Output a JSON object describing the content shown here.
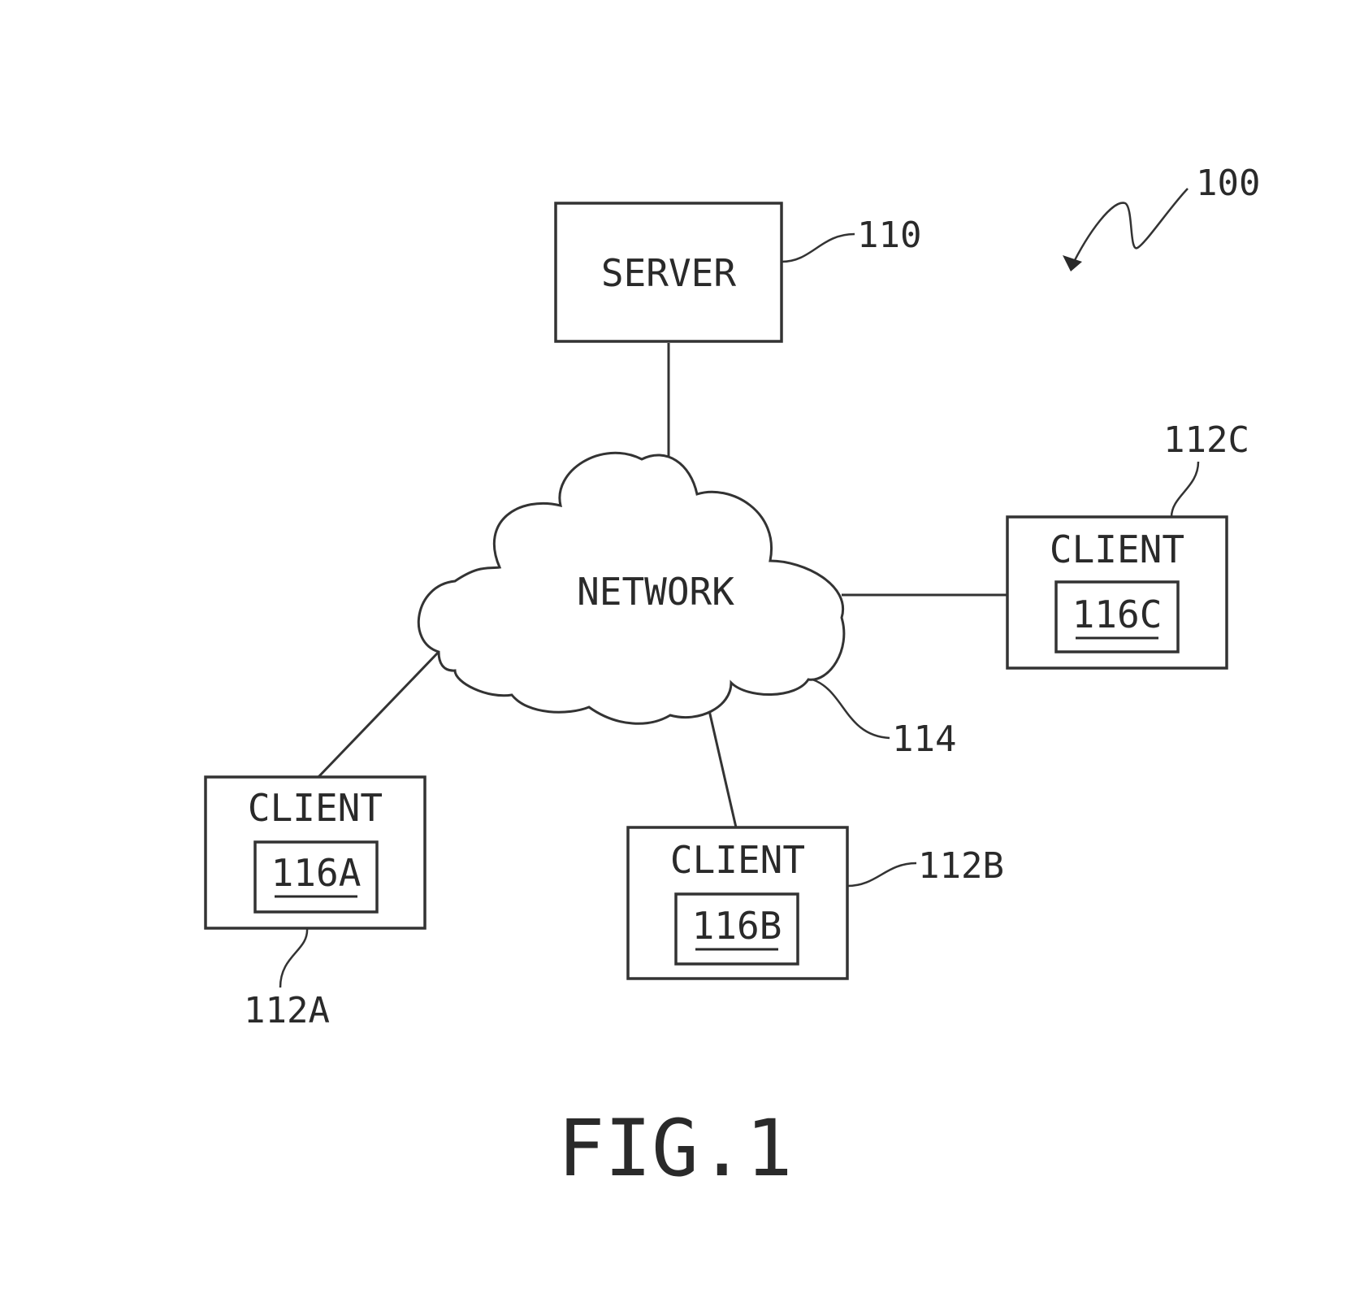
{
  "figure": {
    "caption": "FIG.1",
    "system_ref": "100"
  },
  "server": {
    "label": "SERVER",
    "ref": "110"
  },
  "network": {
    "label": "NETWORK",
    "ref": "114"
  },
  "clients": [
    {
      "label": "CLIENT",
      "inner": "116A",
      "ref": "112A"
    },
    {
      "label": "CLIENT",
      "inner": "116B",
      "ref": "112B"
    },
    {
      "label": "CLIENT",
      "inner": "116C",
      "ref": "112C"
    }
  ]
}
